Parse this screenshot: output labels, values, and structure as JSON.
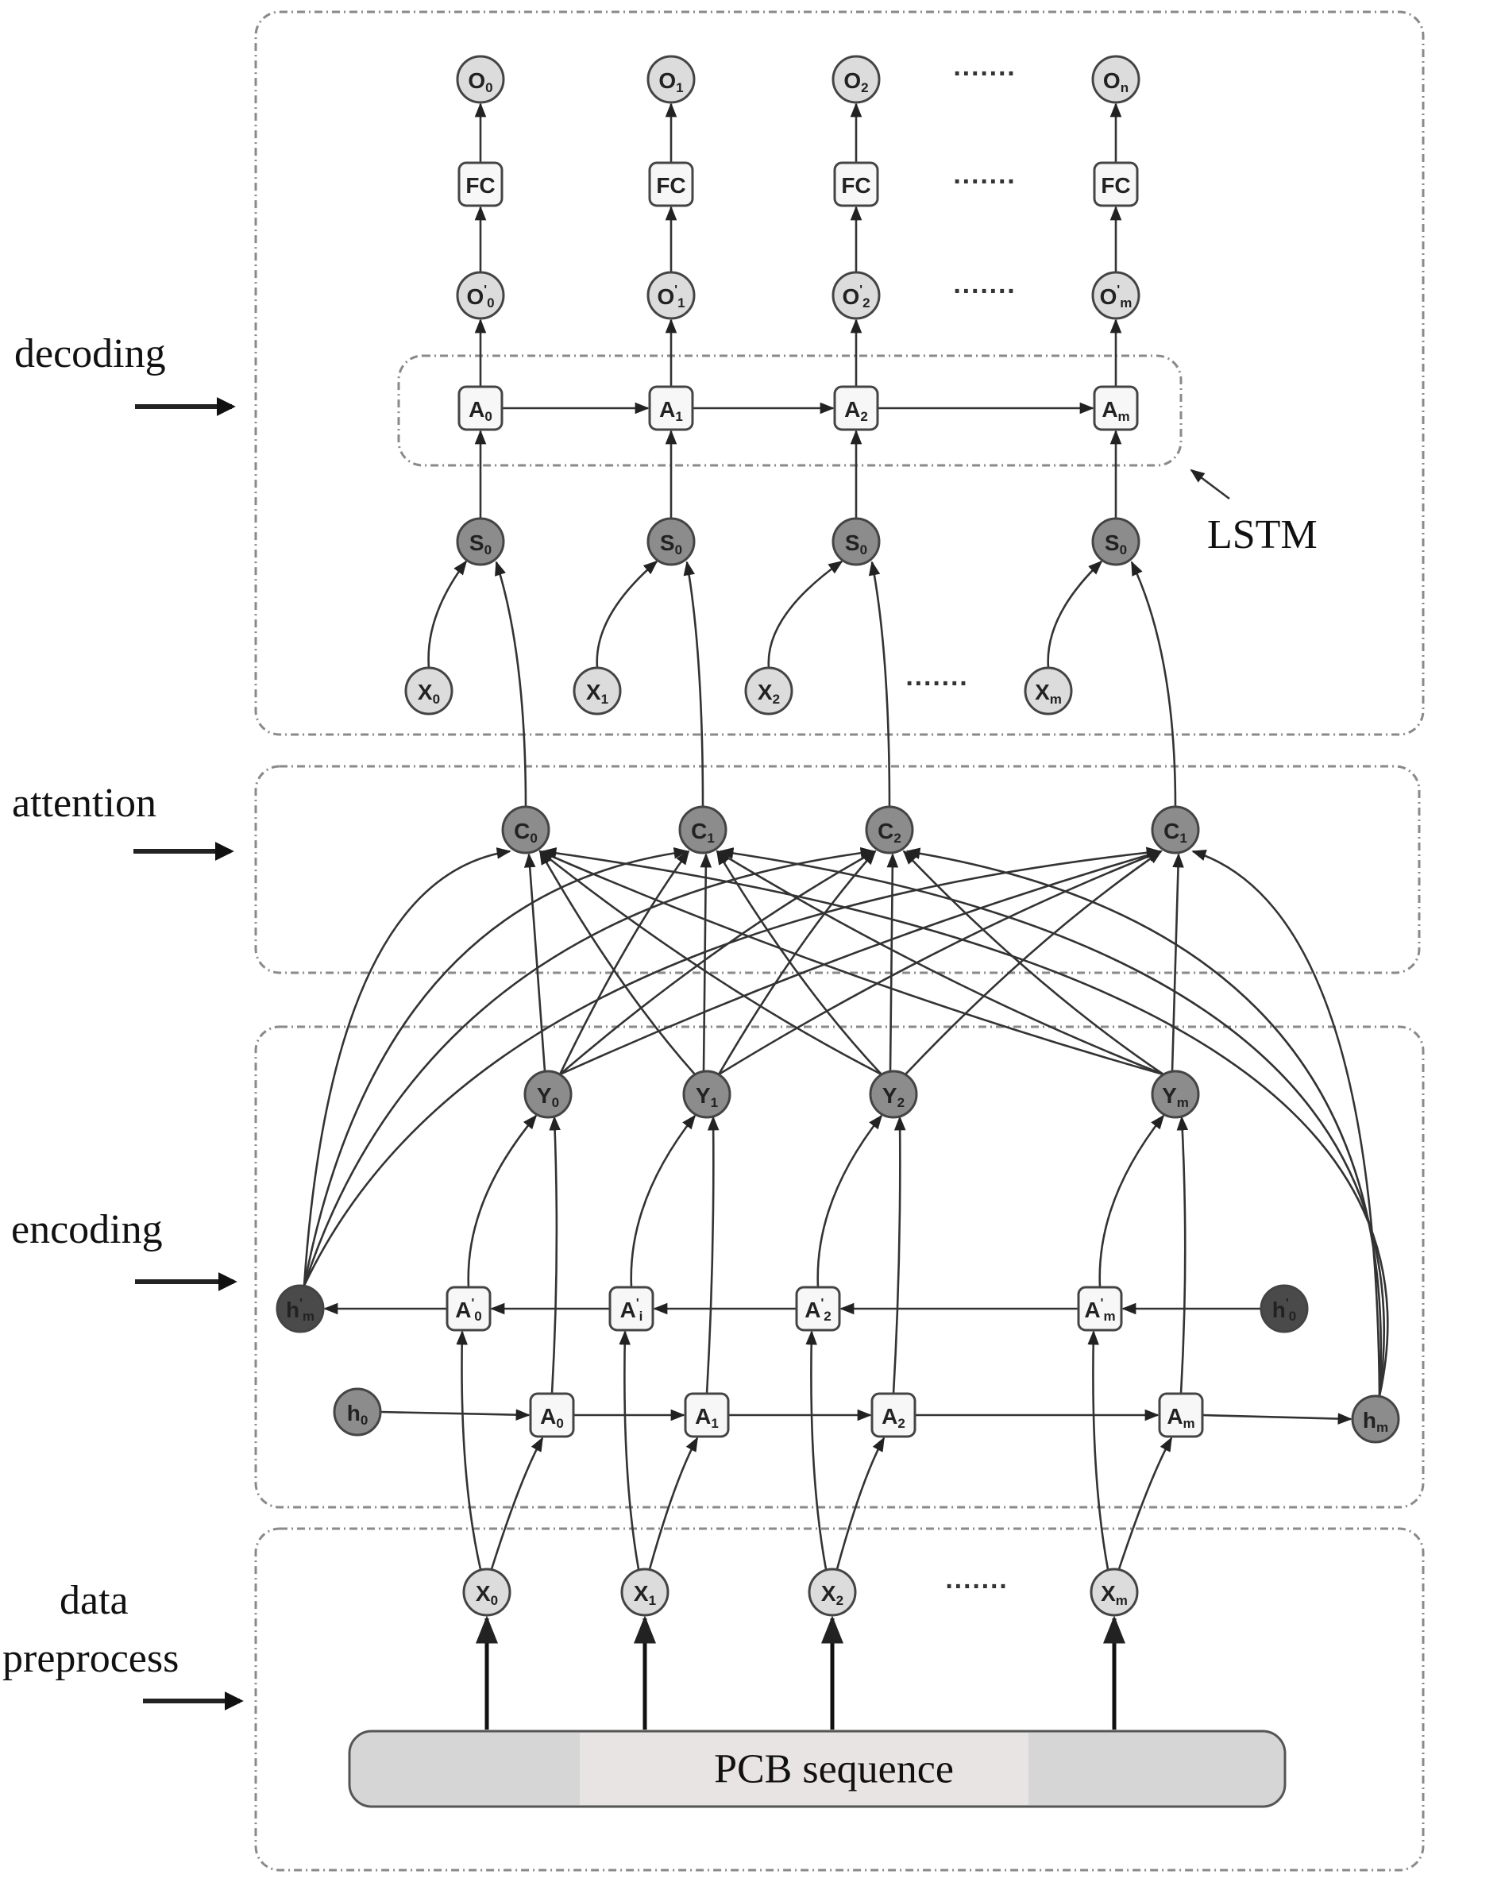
{
  "stage_labels": {
    "decoding": "decoding",
    "attention": "attention",
    "encoding": "encoding",
    "data_line1": "data",
    "data_line2": "preprocess"
  },
  "lstm_label": "LSTM",
  "pcb_label": "PCB sequence",
  "ellipsis": "·······",
  "nodes": {
    "o": [
      {
        "b": "O",
        "s": "0"
      },
      {
        "b": "O",
        "s": "1"
      },
      {
        "b": "O",
        "s": "2"
      },
      {
        "b": "O",
        "s": "n"
      }
    ],
    "fc": [
      {
        "b": "FC"
      },
      {
        "b": "FC"
      },
      {
        "b": "FC"
      },
      {
        "b": "FC"
      }
    ],
    "op": [
      {
        "b": "O",
        "p": "'",
        "s": "0"
      },
      {
        "b": "O",
        "p": "'",
        "s": "1"
      },
      {
        "b": "O",
        "p": "'",
        "s": "2"
      },
      {
        "b": "O",
        "p": "'",
        "s": "m"
      }
    ],
    "a_dec": [
      {
        "b": "A",
        "s": "0"
      },
      {
        "b": "A",
        "s": "1"
      },
      {
        "b": "A",
        "s": "2"
      },
      {
        "b": "A",
        "s": "m"
      }
    ],
    "s": [
      {
        "b": "S",
        "s": "0"
      },
      {
        "b": "S",
        "s": "0"
      },
      {
        "b": "S",
        "s": "0"
      },
      {
        "b": "S",
        "s": "0"
      }
    ],
    "x_dec": [
      {
        "b": "X",
        "s": "0"
      },
      {
        "b": "X",
        "s": "1"
      },
      {
        "b": "X",
        "s": "2"
      },
      {
        "b": "X",
        "s": "m"
      }
    ],
    "c": [
      {
        "b": "C",
        "s": "0"
      },
      {
        "b": "C",
        "s": "1"
      },
      {
        "b": "C",
        "s": "2"
      },
      {
        "b": "C",
        "s": "1"
      }
    ],
    "y": [
      {
        "b": "Y",
        "s": "0"
      },
      {
        "b": "Y",
        "s": "1"
      },
      {
        "b": "Y",
        "s": "2"
      },
      {
        "b": "Y",
        "s": "m"
      }
    ],
    "a_back": [
      {
        "b": "A",
        "p": "'",
        "s": "0"
      },
      {
        "b": "A",
        "p": "'",
        "s": "i"
      },
      {
        "b": "A",
        "p": "'",
        "s": "2"
      },
      {
        "b": "A",
        "p": "'",
        "s": "m"
      }
    ],
    "a_fwd": [
      {
        "b": "A",
        "s": "0"
      },
      {
        "b": "A",
        "s": "1"
      },
      {
        "b": "A",
        "s": "2"
      },
      {
        "b": "A",
        "s": "m"
      }
    ],
    "x_in": [
      {
        "b": "X",
        "s": "0"
      },
      {
        "b": "X",
        "s": "1"
      },
      {
        "b": "X",
        "s": "2"
      },
      {
        "b": "X",
        "s": "m"
      }
    ],
    "h_back_end": {
      "b": "h",
      "p": "'",
      "s": "m"
    },
    "h_back_start": {
      "b": "h",
      "p": "'",
      "s": "0"
    },
    "h_fwd_start": {
      "b": "h",
      "s": "0"
    },
    "h_fwd_end": {
      "b": "h",
      "s": "m"
    }
  },
  "colors": {
    "node_light": "#dcdcdc",
    "node_mid": "#8c8c8c",
    "node_dark": "#4a4a4a",
    "box_fill": "#f7f7f7",
    "pcb_fill": "#d6d6d6",
    "edge": "#333333"
  }
}
